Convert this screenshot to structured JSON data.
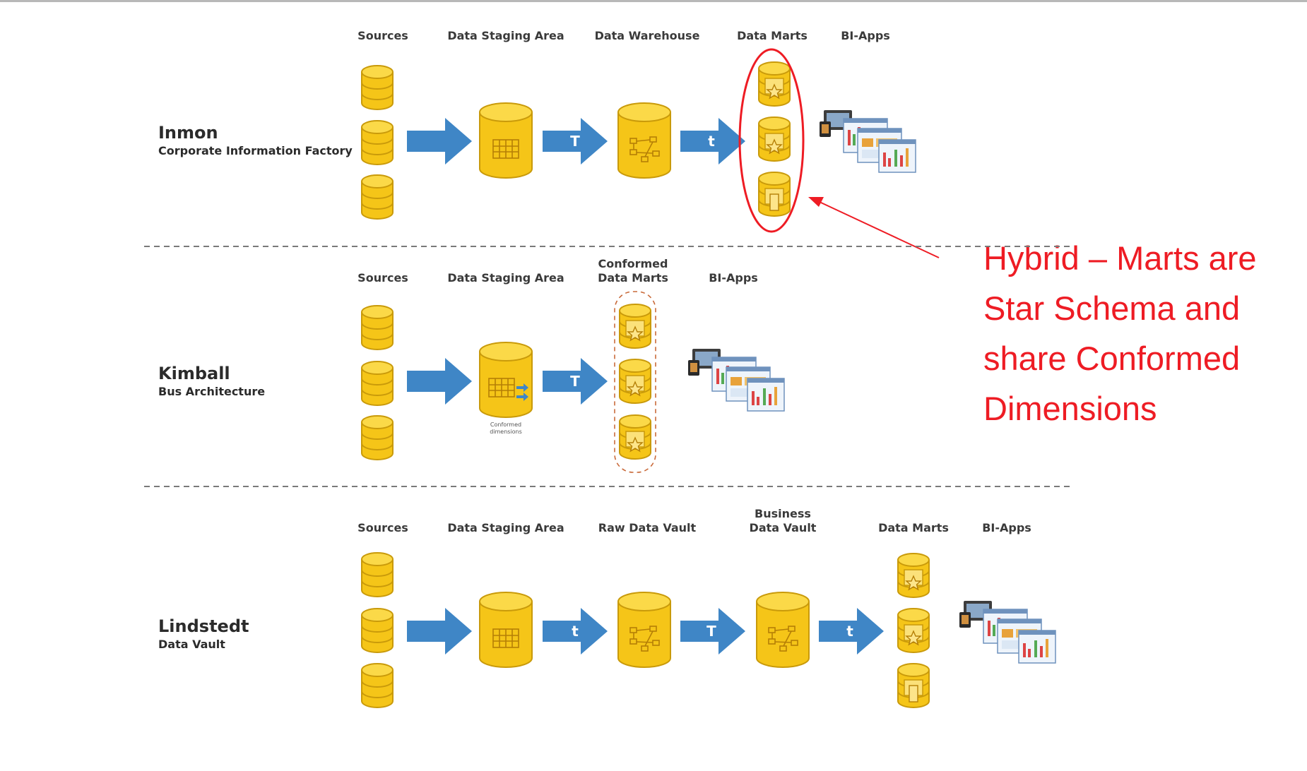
{
  "rows": {
    "inmon": {
      "title": "Inmon",
      "subtitle": "Corporate Information Factory",
      "columns": [
        "Sources",
        "Data Staging Area",
        "Data Warehouse",
        "Data Marts",
        "BI-Apps"
      ],
      "arrows": [
        "",
        "T",
        "t"
      ]
    },
    "kimball": {
      "title": "Kimball",
      "subtitle": "Bus Architecture",
      "columns": [
        "Sources",
        "Data Staging Area",
        "Conformed\nData Marts",
        "BI-Apps"
      ],
      "arrows": [
        "",
        "T"
      ],
      "staging_note": "Conformed\ndimensions"
    },
    "lindstedt": {
      "title": "Lindstedt",
      "subtitle": "Data Vault",
      "columns": [
        "Sources",
        "Data Staging Area",
        "Raw Data Vault",
        "Business\nData Vault",
        "Data Marts",
        "BI-Apps"
      ],
      "arrows": [
        "",
        "t",
        "T",
        "t"
      ]
    }
  },
  "annotation": "Hybrid – Marts are Star Schema and share Conformed Dimensions",
  "colors": {
    "cylinder_fill": "#f5c518",
    "cylinder_stroke": "#c99a0a",
    "arrow": "#3f86c6",
    "annotation": "#ee1c24",
    "divider": "#7a7a7a"
  }
}
